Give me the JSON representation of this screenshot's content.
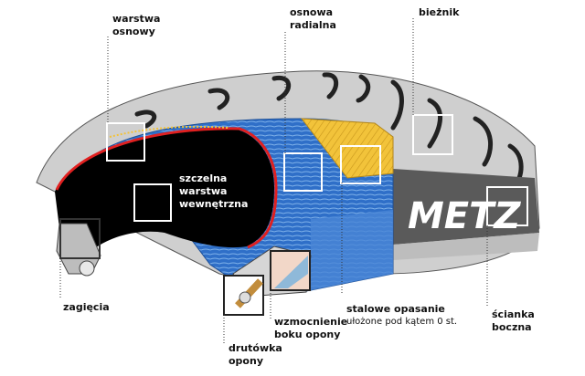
{
  "diagram": {
    "labels": {
      "warstwa_osnowy": "warstwa\nosnowy",
      "osnowa_radialna": "osnowa\nradialna",
      "bieznik": "bieżnik",
      "szczelna": "szczelna\nwarstwa\nwewnętrzna",
      "zagiecia": "zagięcia",
      "stalowe_opasanie": "stalowe opasanie",
      "stalowe_opasanie_sub": "ułożone pod kątem 0 st.",
      "wzmocnienie": "wzmocnienie\nboku opony",
      "scianka": "ścianka\nboczna",
      "drutowka": "drutówka\nopony"
    },
    "brand_text": "METZ",
    "colors": {
      "tread": "#d9d9d9",
      "tread_dark": "#4a4a4a",
      "inner": "#000000",
      "liner": "#e02020",
      "carcass": "#2f6fc8",
      "carcass_light": "#7fb2ea",
      "belt": "#f2c33a",
      "callout": "#ffffff"
    }
  }
}
